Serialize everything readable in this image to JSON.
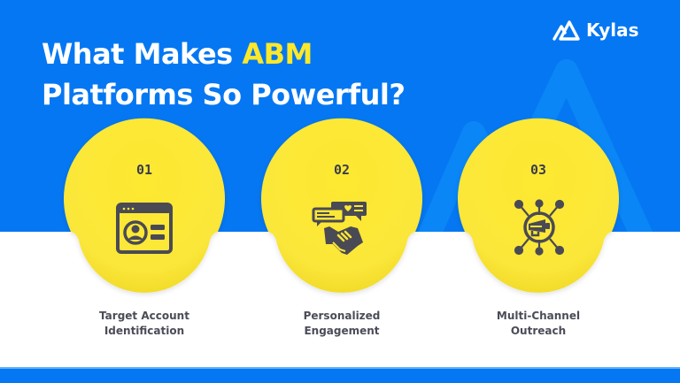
{
  "header": {
    "title_line1_prefix": "What Makes ",
    "title_highlight": "ABM",
    "title_line2": "Platforms So Powerful?"
  },
  "brand": {
    "name": "Kylas",
    "logo_icon": "mountain-peaks-icon"
  },
  "colors": {
    "background_blue": "#0577f2",
    "watermark_blue": "#0a86f7",
    "accent_yellow": "#fde82a",
    "circle_yellow": "#fbe736",
    "text_dark": "#3b3d4d",
    "white": "#ffffff"
  },
  "features": [
    {
      "number": "01",
      "icon": "profile-card-window-icon",
      "label_line1": "Target Account",
      "label_line2": "Identification"
    },
    {
      "number": "02",
      "icon": "handshake-chat-icon",
      "label_line1": "Personalized",
      "label_line2": "Engagement"
    },
    {
      "number": "03",
      "icon": "megaphone-network-icon",
      "label_line1": "Multi-Channel",
      "label_line2": "Outreach"
    }
  ]
}
